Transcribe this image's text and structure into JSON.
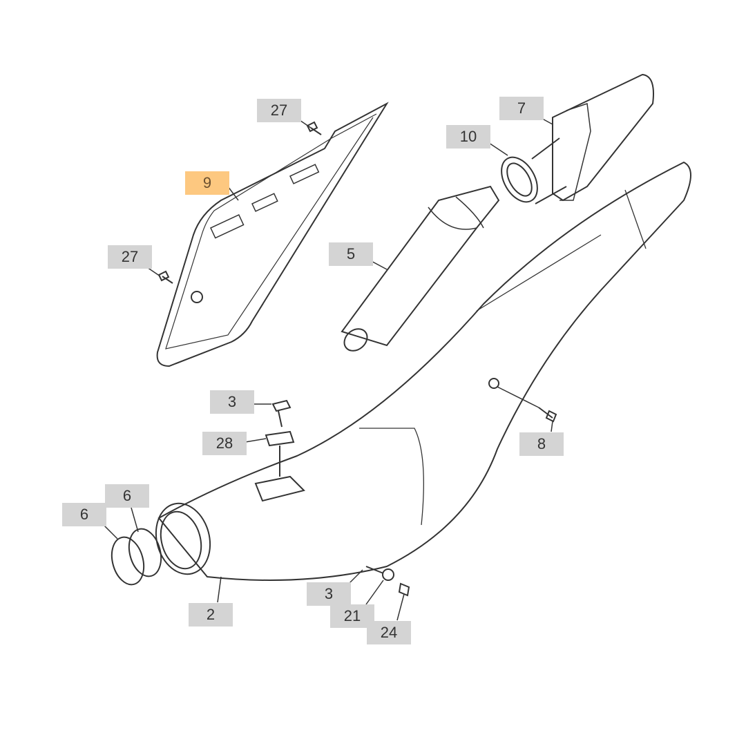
{
  "diagram": {
    "highlight_color": "#fdc880",
    "label_color": "#d4d4d4",
    "callouts": [
      {
        "number": "27",
        "highlighted": false
      },
      {
        "number": "9",
        "highlighted": true
      },
      {
        "number": "27",
        "highlighted": false
      },
      {
        "number": "7",
        "highlighted": false
      },
      {
        "number": "10",
        "highlighted": false
      },
      {
        "number": "5",
        "highlighted": false
      },
      {
        "number": "3",
        "highlighted": false
      },
      {
        "number": "28",
        "highlighted": false
      },
      {
        "number": "8",
        "highlighted": false
      },
      {
        "number": "6",
        "highlighted": false
      },
      {
        "number": "6",
        "highlighted": false
      },
      {
        "number": "2",
        "highlighted": false
      },
      {
        "number": "3",
        "highlighted": false
      },
      {
        "number": "21",
        "highlighted": false
      },
      {
        "number": "24",
        "highlighted": false
      }
    ]
  }
}
